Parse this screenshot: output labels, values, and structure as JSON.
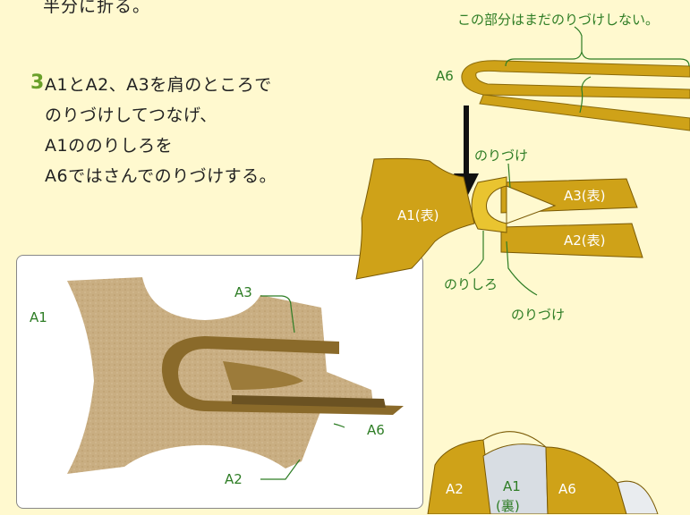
{
  "top_text": "半分に折る。",
  "step": {
    "number": "3",
    "lines": [
      "A1とA2、A3を肩のところで",
      "のりづけしてつなげ、",
      "A1ののりしろを",
      "A6ではさんでのりづけする。"
    ]
  },
  "photo": {
    "labels": {
      "a1": "A1",
      "a3": "A3",
      "a6": "A6",
      "a2": "A2"
    }
  },
  "diagram": {
    "note_top": "この部分はまだのりづけしない。",
    "a6": "A6",
    "glue1": "のりづけ",
    "a1_front": "A1(表)",
    "a3_front": "A3(表)",
    "a2_front": "A2(表)",
    "margin": "のりしろ",
    "glue2": "のりづけ"
  },
  "bottom": {
    "a2": "A2",
    "a1": "A1",
    "a1_back": "(裏)",
    "a6": "A6"
  },
  "colors": {
    "background": "#fff9cf",
    "gold": "#cfa218",
    "green": "#2e7d25",
    "step": "#6aa02a"
  }
}
